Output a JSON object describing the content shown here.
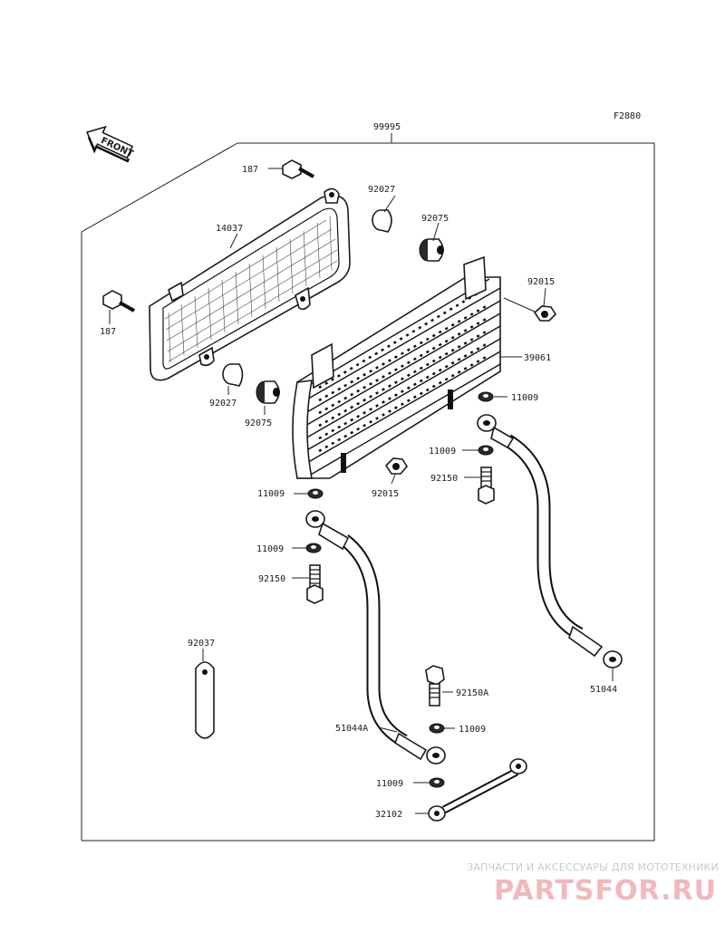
{
  "diagram": {
    "code": "F2880",
    "front_label": "FRONT",
    "assembly_number": "99995",
    "callouts": [
      {
        "id": "187-top",
        "label": "187"
      },
      {
        "id": "92027-top",
        "label": "92027"
      },
      {
        "id": "14037",
        "label": "14037"
      },
      {
        "id": "92075-top",
        "label": "92075"
      },
      {
        "id": "92015-top",
        "label": "92015"
      },
      {
        "id": "187-left",
        "label": "187"
      },
      {
        "id": "39061",
        "label": "39061"
      },
      {
        "id": "92027-mid",
        "label": "92027"
      },
      {
        "id": "92075-mid",
        "label": "92075"
      },
      {
        "id": "11009-right1",
        "label": "11009"
      },
      {
        "id": "11009-right2",
        "label": "11009"
      },
      {
        "id": "92150-right",
        "label": "92150"
      },
      {
        "id": "92015-mid",
        "label": "92015"
      },
      {
        "id": "11009-left1",
        "label": "11009"
      },
      {
        "id": "11009-left2",
        "label": "11009"
      },
      {
        "id": "92150-left",
        "label": "92150"
      },
      {
        "id": "92037",
        "label": "92037"
      },
      {
        "id": "92150A",
        "label": "92150A"
      },
      {
        "id": "51044",
        "label": "51044"
      },
      {
        "id": "51044A",
        "label": "51044A"
      },
      {
        "id": "11009-low1",
        "label": "11009"
      },
      {
        "id": "11009-low2",
        "label": "11009"
      },
      {
        "id": "32102",
        "label": "32102"
      }
    ]
  },
  "watermark": {
    "tagline": "ЗАПЧАСТИ И АКСЕССУАРЫ ДЛЯ МОТОТЕХНИКИ",
    "logo_text": "PARTSFOR.RU",
    "color": "#f2b8bb"
  }
}
